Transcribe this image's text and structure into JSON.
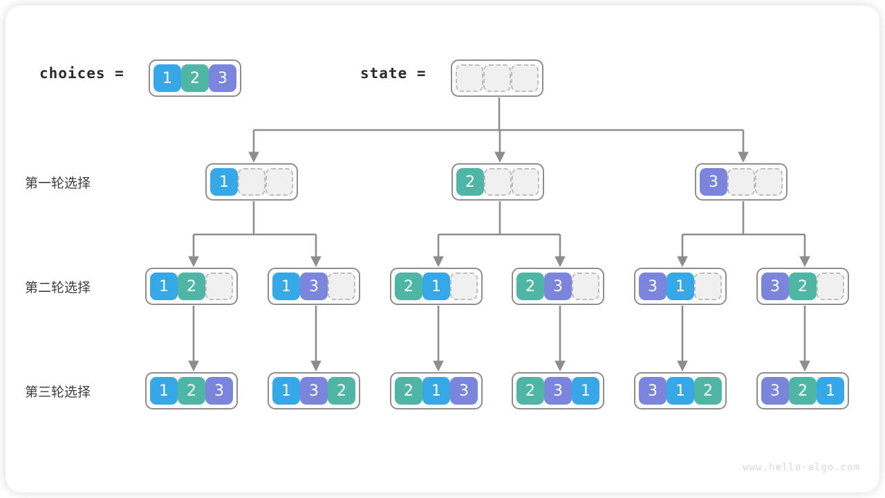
{
  "colors": {
    "blue": "#36a8e8",
    "green": "#4fb6a5",
    "purple": "#7b85dc",
    "empty_fill": "#f0f0f0",
    "empty_border": "#bdbdbd",
    "node_border": "#8d8d8d",
    "wire": "#8d8d8d",
    "card_bg": "#ffffff",
    "text_dark": "#2b2b2b",
    "watermark": "#d8d8d8"
  },
  "header": {
    "choices_label": "choices =",
    "state_label": "state =",
    "choices_values": [
      1,
      2,
      3
    ],
    "state_values": [
      null,
      null,
      null
    ]
  },
  "rows": [
    {
      "label": "第一轮选择"
    },
    {
      "label": "第二轮选择"
    },
    {
      "label": "第三轮选择"
    }
  ],
  "tree": {
    "round1": [
      {
        "values": [
          1,
          null,
          null
        ]
      },
      {
        "values": [
          2,
          null,
          null
        ]
      },
      {
        "values": [
          3,
          null,
          null
        ]
      }
    ],
    "round2": [
      {
        "values": [
          1,
          2,
          null
        ]
      },
      {
        "values": [
          1,
          3,
          null
        ]
      },
      {
        "values": [
          2,
          1,
          null
        ]
      },
      {
        "values": [
          2,
          3,
          null
        ]
      },
      {
        "values": [
          3,
          1,
          null
        ]
      },
      {
        "values": [
          3,
          2,
          null
        ]
      }
    ],
    "round3": [
      {
        "values": [
          1,
          2,
          3
        ]
      },
      {
        "values": [
          1,
          3,
          2
        ]
      },
      {
        "values": [
          2,
          1,
          3
        ]
      },
      {
        "values": [
          2,
          3,
          1
        ]
      },
      {
        "values": [
          3,
          1,
          2
        ]
      },
      {
        "values": [
          3,
          2,
          1
        ]
      }
    ]
  },
  "watermark": "www.hello-algo.com"
}
